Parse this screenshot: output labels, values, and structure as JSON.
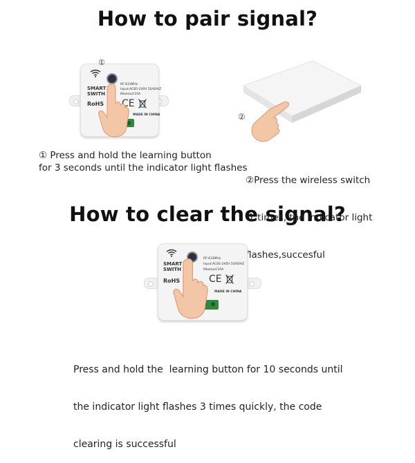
{
  "pair": {
    "title": "How to pair signal?",
    "step1": {
      "marker": "①",
      "lines": [
        "① Press and hold the learning button",
        "for 3 seconds until the indicator light flashes"
      ]
    },
    "step2": {
      "marker": "②",
      "lines": [
        "②Press the wireless switch",
        " 1 times, the indicator light",
        "flashes,succesful"
      ]
    }
  },
  "clear": {
    "title": "How to clear the signal?",
    "lines": [
      "Press and hold the  learning button for 10 seconds until",
      "the indicator light flashes 3 times quickly, the code",
      "clearing is successful"
    ]
  },
  "module": {
    "brand_line1": "SMART",
    "brand_line2": "SWITH",
    "spec_line1": "RF:433MHz",
    "spec_line2": "Input:AC85-240V 50/60HZ",
    "spec_line3": "Maxload:10A",
    "marks": "CE",
    "rohs": "RoHS",
    "origin": "MADE IN CHINA"
  }
}
